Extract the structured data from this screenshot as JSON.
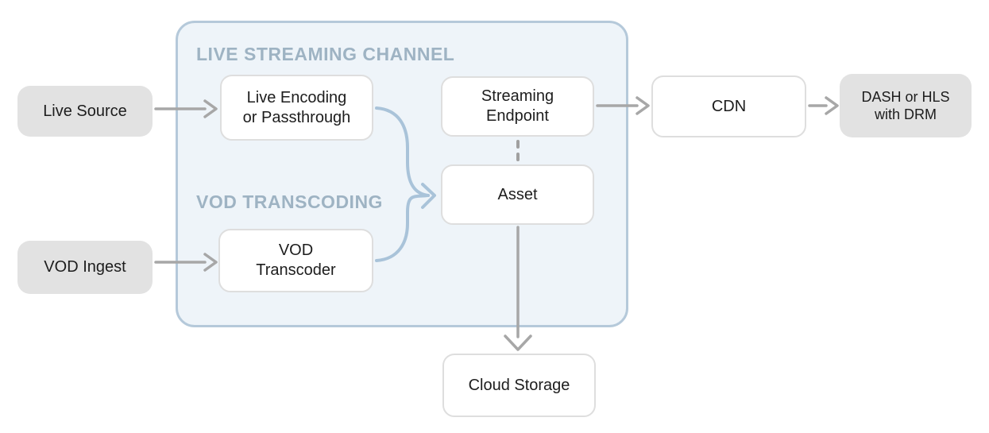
{
  "diagram": {
    "groups": {
      "live_streaming_channel": {
        "label": "LIVE STREAMING CHANNEL"
      },
      "vod_transcoding": {
        "label": "VOD TRANSCODING"
      }
    },
    "nodes": {
      "live_source": {
        "label": "Live Source",
        "kind": "external"
      },
      "vod_ingest": {
        "label": "VOD Ingest",
        "kind": "external"
      },
      "live_encoding": {
        "label": "Live Encoding\nor Passthrough",
        "kind": "component"
      },
      "vod_transcoder": {
        "label": "VOD\nTranscoder",
        "kind": "component"
      },
      "streaming_endpoint": {
        "label": "Streaming\nEndpoint",
        "kind": "component"
      },
      "asset": {
        "label": "Asset",
        "kind": "component"
      },
      "cdn": {
        "label": "CDN",
        "kind": "component"
      },
      "dash_hls_drm": {
        "label": "DASH or HLS\nwith DRM",
        "kind": "external"
      },
      "cloud_storage": {
        "label": "Cloud Storage",
        "kind": "component"
      }
    },
    "edges": [
      {
        "from": "Live Source",
        "to": "Live Encoding or Passthrough",
        "style": "solid-arrow"
      },
      {
        "from": "VOD Ingest",
        "to": "VOD Transcoder",
        "style": "solid-arrow"
      },
      {
        "from": "Live Encoding or Passthrough",
        "to": "Asset",
        "style": "curved-arrow"
      },
      {
        "from": "VOD Transcoder",
        "to": "Asset",
        "style": "curved-arrow"
      },
      {
        "from": "Streaming Endpoint",
        "to": "Asset",
        "style": "dashed-line"
      },
      {
        "from": "Streaming Endpoint",
        "to": "CDN",
        "style": "solid-arrow"
      },
      {
        "from": "CDN",
        "to": "DASH or HLS with DRM",
        "style": "solid-arrow"
      },
      {
        "from": "Asset",
        "to": "Cloud Storage",
        "style": "solid-arrow"
      }
    ],
    "colors": {
      "container_bg": "#eef4f9",
      "container_border": "#b5c9da",
      "group_label": "#9eb3c3",
      "white_box_border": "#dedede",
      "gray_box_bg": "#e2e2e2",
      "text": "#1d1d1d",
      "gray_arrow": "#a7a7a7",
      "blue_curve": "#a9c3d9"
    }
  }
}
